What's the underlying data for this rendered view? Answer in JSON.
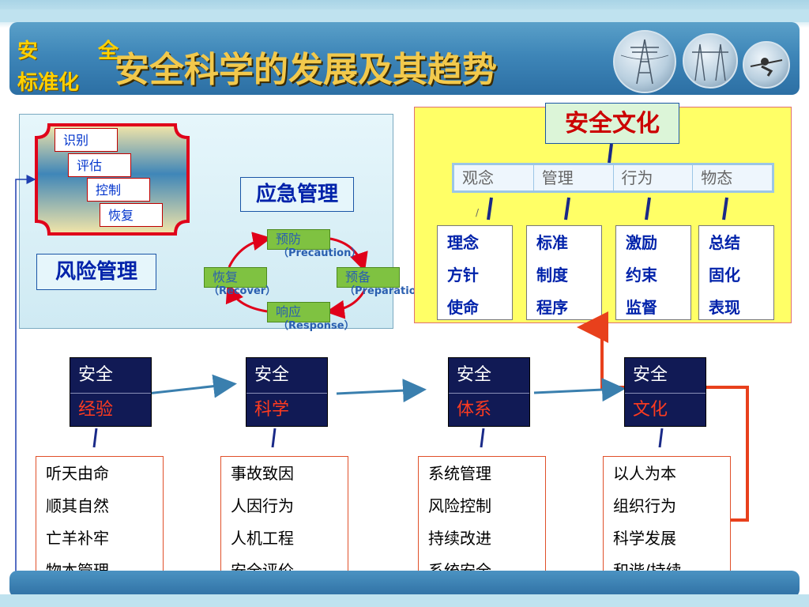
{
  "header": {
    "logo_left_top": "安",
    "logo_right_top": "全",
    "logo_bottom": "标准化",
    "title": "安全科学的发展及其趋势",
    "decor_images": [
      "power-tower-photo-1",
      "power-tower-photo-2",
      "power-line-worker-photo"
    ]
  },
  "risk_panel": {
    "steps": [
      "识别",
      "评估",
      "控制",
      "恢复"
    ],
    "risk_label": "风险管理",
    "emergency_label": "应急管理",
    "cycle": {
      "prevent": {
        "label": "预防",
        "en": "（Precaution）"
      },
      "prepare": {
        "label": "预备",
        "en": "（Preparation）"
      },
      "respond": {
        "label": "响应",
        "en": "（Response）"
      },
      "recover": {
        "label": "恢复",
        "en": "（Recover）"
      }
    }
  },
  "culture_panel": {
    "title": "安全文化",
    "categories": [
      "观念",
      "管理",
      "行为",
      "物态"
    ],
    "tiny_mark": "/",
    "columns": [
      [
        "理念",
        "方针",
        "使命"
      ],
      [
        "标准",
        "制度",
        "程序"
      ],
      [
        "激励",
        "约束",
        "监督"
      ],
      [
        "总结",
        "固化",
        "表现"
      ]
    ]
  },
  "stages": [
    {
      "top": "安全",
      "bottom": "经验",
      "items": [
        "听天由命",
        "顺其自然",
        "亡羊补牢",
        "物本管理"
      ]
    },
    {
      "top": "安全",
      "bottom": "科学",
      "items": [
        "事故致因",
        "人因行为",
        "人机工程",
        "安全评价"
      ]
    },
    {
      "top": "安全",
      "bottom": "体系",
      "items": [
        "系统管理",
        "风险控制",
        "持续改进",
        "系统安全"
      ]
    },
    {
      "top": "安全",
      "bottom": "文化",
      "items": [
        "以人为本",
        "组织行为",
        "科学发展",
        "和谐/持续"
      ]
    }
  ],
  "colors": {
    "header_blue": "#3e86b8",
    "title_gold": "#f2c94c",
    "culture_yellow": "#ffff66",
    "stage_navy": "#111a55",
    "stage_red_text": "#ff3b1f",
    "connector_red": "#e8401c",
    "arrow_blue": "#3a7fae"
  }
}
